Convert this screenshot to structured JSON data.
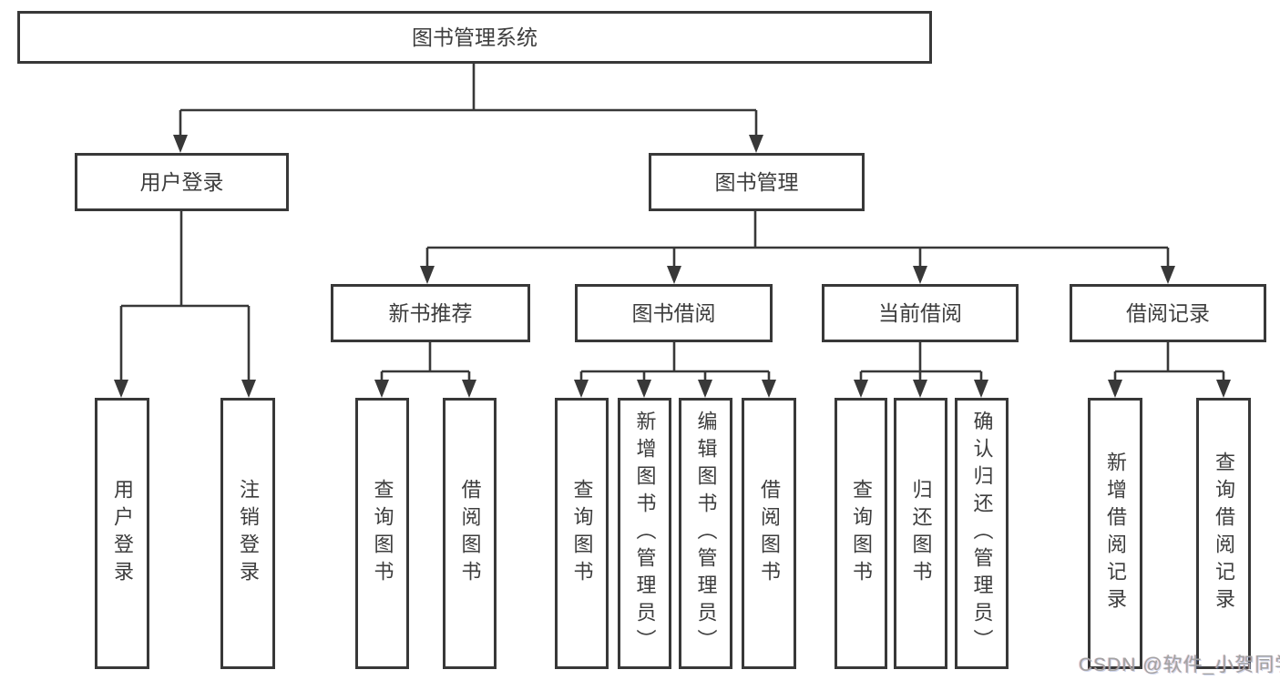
{
  "tree": {
    "root": {
      "label": "图书管理系统"
    },
    "level2": [
      {
        "label": "用户登录"
      },
      {
        "label": "图书管理"
      }
    ],
    "level3": [
      {
        "label": "新书推荐"
      },
      {
        "label": "图书借阅"
      },
      {
        "label": "当前借阅"
      },
      {
        "label": "借阅记录"
      }
    ],
    "leaves": {
      "user_login": [
        {
          "label": "用户登录"
        },
        {
          "label": "注销登录"
        }
      ],
      "new_book": [
        {
          "label": "查询图书"
        },
        {
          "label": "借阅图书"
        }
      ],
      "book_borrow": [
        {
          "label": "查询图书"
        },
        {
          "label": "新增图书（管理员）"
        },
        {
          "label": "编辑图书（管理员）"
        },
        {
          "label": "借阅图书"
        }
      ],
      "current_borrow": [
        {
          "label": "查询图书"
        },
        {
          "label": "归还图书"
        },
        {
          "label": "确认归还（管理员）"
        }
      ],
      "borrow_record": [
        {
          "label": "新增借阅记录"
        },
        {
          "label": "查询借阅记录"
        }
      ]
    }
  },
  "watermark": {
    "text": "CSDN @软件_小贺同学"
  },
  "colors": {
    "line": "#383838",
    "text": "#3d3d3d",
    "watermark": "#a2a2a2"
  }
}
